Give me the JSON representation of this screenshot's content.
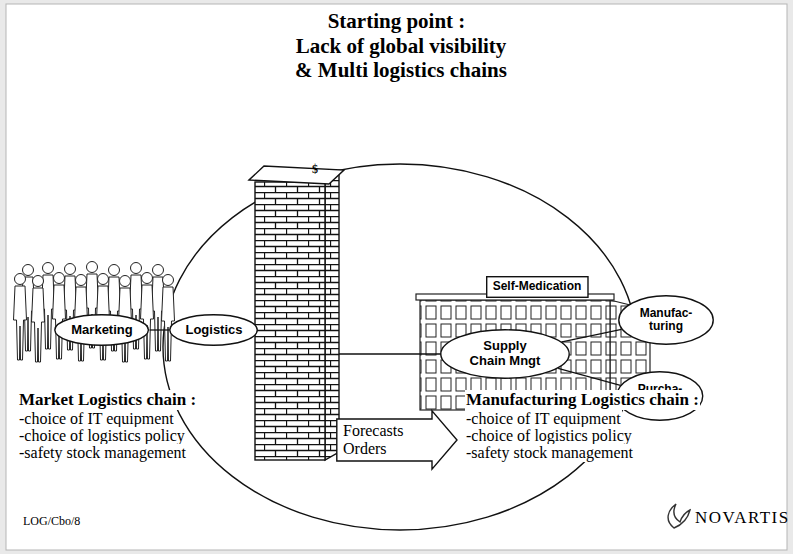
{
  "diagram": {
    "title": "Starting point :",
    "nodes": [
      {
        "text": [
          "Marketing"
        ]
      },
      {
        "text": [
          "Logistics"
        ]
      },
      {
        "text": [
          "Self-Medication"
        ]
      },
      {
        "text": [
          "Supply Chain Mngt"
        ]
      },
      {
        "text": [
          "Manufac- turing"
        ]
      },
      {
        "text": [
          "Purcha- sing"
        ]
      },
      {
        "text": [
          "Forecasts Orders"
        ]
      }
    ],
    "edges": [
      {
        "from": 0,
        "to": 1,
        "arrow": "none"
      },
      {
        "from": 3,
        "to": 4,
        "arrow": "none"
      },
      {
        "from": 3,
        "to": 5,
        "arrow": "none"
      }
    ],
    "labels": [
      "Lack of global visibility & Multi logistics chains",
      "$",
      "Market Logistics chain :",
      "-choice of IT equipment",
      "-choice of logistics policy",
      "-safety stock management",
      "Manufacturing Logistics chain :",
      "-choice of IT equipment",
      "-choice of logistics policy",
      "-safety stock management",
      "LOG/Cbo/8",
      "NOVARTIS"
    ]
  }
}
